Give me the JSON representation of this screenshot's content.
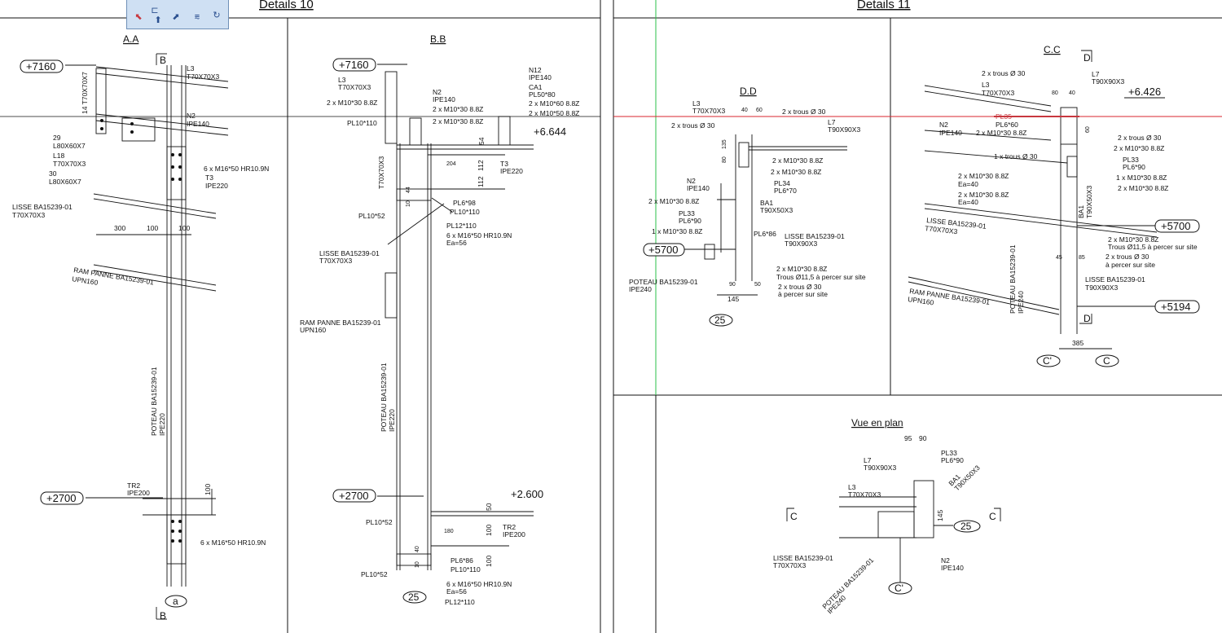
{
  "toolbar": {
    "icons": [
      "red-snap-icon",
      "align-icon",
      "up-arrow-icon",
      "diagonal-arrow-icon",
      "text-style-icon",
      "rotate-icon"
    ],
    "glyphs": [
      "⬉",
      "⊏",
      "⬆",
      "⬈",
      "⩳",
      "↻"
    ],
    "accent": "#c8383f"
  },
  "titles": {
    "details10": "Details 10",
    "details11": "Details 11"
  },
  "sections": {
    "aa": "A.A",
    "bb": "B.B",
    "cc": "C.C",
    "dd": "D.D",
    "plan": "Vue en plan"
  },
  "levels": {
    "l7160a": "+7160",
    "l2700a": "+2700",
    "l7160b": "+7160",
    "l2700b": "+2700",
    "l6644": "+6.644",
    "l2600": "+2.600",
    "l5700d": "+5700",
    "l6426": "+6.426",
    "l5700c": "+5700",
    "l5194": "+5194"
  },
  "bubbles": {
    "a": "a",
    "b25": "25",
    "d25": "25",
    "cp": "C'",
    "c": "C",
    "plan25": "25",
    "plancp": "C'"
  },
  "marks": {
    "b": "B",
    "d": "D",
    "c": "C"
  },
  "labels": {
    "aa_l3": "L3",
    "aa_l3p": "T70X70X3",
    "aa_side": "14 T70X70X7",
    "aa_n2": "N2",
    "aa_n2p": "IPE140",
    "aa_29": "29",
    "aa_29p": "L80X60X7",
    "aa_l18": "L18",
    "aa_l18p": "T70X70X3",
    "aa_30": "30",
    "aa_30p": "L80X60X7",
    "aa_bolt1": "6 x M16*50  HR10.9N",
    "aa_t3": "T3",
    "aa_t3p": "IPE220",
    "aa_lisse": "LISSE BA15239-01",
    "aa_lissep": "T70X70X3",
    "aa_d300": "300",
    "aa_d100a": "100",
    "aa_d100b": "100",
    "aa_ram": "RAM  PANNE BA15239-01",
    "aa_ramp": "UPN160",
    "aa_poteau": "POTEAU BA15239-01",
    "aa_poteaup": "IPE220",
    "aa_tr2": "TR2",
    "aa_tr2p": "IPE200",
    "aa_d100c": "100",
    "aa_bolt2": "6 x M16*50  HR10.9N",
    "bb_l3": "L3",
    "bb_l3p": "T70X70X3",
    "bb_m1": "2 x M10*30  8.8Z",
    "bb_n2": "N2",
    "bb_n2p": "IPE140",
    "bb_m2": "2 x M10*30  8.8Z",
    "bb_m3": "2 x M10*30  8.8Z",
    "bb_n12": "N12",
    "bb_n12p": "IPE140",
    "bb_ca1": "CA1",
    "bb_ca1p": "PL50*80",
    "bb_m4": "2 x M10*60  8.8Z",
    "bb_m5": "2 x M10*50  8.8Z",
    "bb_pl10110a": "PL10*110",
    "bb_side": "T70X70X3",
    "bb_d54": "54",
    "bb_d204": "204",
    "bb_d112a": "112",
    "bb_d112b": "112",
    "bb_t3": "T3",
    "bb_t3p": "IPE220",
    "bb_d44": "44",
    "bb_d10": "10",
    "bb_pl698": "PL6*98",
    "bb_pl10110b": "PL10*110",
    "bb_pl12110": "PL12*110",
    "bb_bolt": "6 x M16*50  HR10.9N",
    "bb_ea": "Ea=56",
    "bb_pl1052a": "PL10*52",
    "bb_lisse": "LISSE BA15239-01",
    "bb_lissep": "T70X70X3",
    "bb_ram": "RAM  PANNE BA15239-01",
    "bb_ramp": "UPN160",
    "bb_poteau": "POTEAU BA15239-01",
    "bb_poteaup": "IPE220",
    "bb_d50": "50",
    "bb_pl1052b": "PL10*52",
    "bb_d180": "180",
    "bb_d100a": "100",
    "bb_tr2": "TR2",
    "bb_tr2p": "IPE200",
    "bb_d40": "40",
    "bb_d100b": "100",
    "bb_pl686": "PL6*86",
    "bb_pl10110c": "PL10*110",
    "bb_d10b": "10",
    "bb_pl1052c": "PL10*52",
    "bb_bolt2": "6 x M16*50  HR10.9N",
    "bb_ea2": "Ea=56",
    "bb_pl12110b": "PL12*110",
    "dd_l3": "L3",
    "dd_l3p": "T70X70X3",
    "dd_d40": "40",
    "dd_d60": "60",
    "dd_trous1": "2 x trous Ø  30",
    "dd_trous2": "2 x trous Ø  30",
    "dd_l7": "L7",
    "dd_l7p": "T90X90X3",
    "dd_d135": "135",
    "dd_d80": "80",
    "dd_m1": "2 x M10*30  8.8Z",
    "dd_m2": "2 x M10*30  8.8Z",
    "dd_pl34": "PL34",
    "dd_pl34p": "PL6*70",
    "dd_n2": "N2",
    "dd_n2p": "IPE140",
    "dd_m3": "2 x M10*30  8.8Z",
    "dd_ba1": "BA1",
    "dd_ba1p": "T90X50X3",
    "dd_pl33": "PL33",
    "dd_pl33p": "PL6*90",
    "dd_m4": "1 x M10*30  8.8Z",
    "dd_pl686": "PL6*86",
    "dd_lisse": "LISSE BA15239-01",
    "dd_lissep": "T90X90X3",
    "dd_m5": "2 x M10*30  8.8Z",
    "dd_trous3": "Trous Ø11,5 à percer sur site",
    "dd_poteau": "POTEAU BA15239-01",
    "dd_poteaup": "IPE240",
    "dd_d90": "90",
    "dd_d50": "50",
    "dd_trous4": "2 x trous Ø  30",
    "dd_trous4b": "à percer sur site",
    "dd_d145": "145",
    "cc_trous1": "2 x trous Ø  30",
    "cc_l3": "L3",
    "cc_l3p": "T70X70X3",
    "cc_d80": "80",
    "cc_d40": "40",
    "cc_l7": "L7",
    "cc_l7p": "T90X90X3",
    "cc_pl35": "PL35",
    "cc_pl35p": "PL6*60",
    "cc_n2": "N2",
    "cc_n2p": "IPE140",
    "cc_m1": "2 x M10*30  8.8Z",
    "cc_d60": "60",
    "cc_trous2": "2 x trous Ø  30",
    "cc_m2": "2 x M10*30  8.8Z",
    "cc_trous3": "1 x trous Ø  30",
    "cc_pl33": "PL33",
    "cc_pl33p": "PL6*90",
    "cc_m3": "2 x M10*30  8.8Z",
    "cc_ea1": "Ea=40",
    "cc_m4": "1 x M10*30  8.8Z",
    "cc_m5": "2 x M10*30  8.8Z",
    "cc_m6": "2 x M10*30  8.8Z",
    "cc_ea2": "Ea=40",
    "cc_ba1": "BA1",
    "cc_ba1p": "T90X50X3",
    "cc_lisse": "LISSE BA15239-01",
    "cc_lissep": "T70X70X3",
    "cc_m7": "2 x M10*30  8.8Z",
    "cc_trous4": "Trous Ø11,5 à percer sur site",
    "cc_d45": "45",
    "cc_d85": "85",
    "cc_trous5": "2 x trous Ø  30",
    "cc_trous5b": "à percer sur site",
    "cc_lisse2": "LISSE BA15239-01",
    "cc_lisse2p": "T90X90X3",
    "cc_ram": "RAM  PANNE BA15239-01",
    "cc_ramp": "UPN160",
    "cc_poteau": "POTEAU BA15239-01",
    "cc_poteaup": "IPE240",
    "cc_d385": "385",
    "pl_d95": "95",
    "pl_d90": "90",
    "pl_l7": "L7",
    "pl_l7p": "T90X90X3",
    "pl_pl33": "PL33",
    "pl_pl33p": "PL6*90",
    "pl_l3": "L3",
    "pl_l3p": "T70X70X3",
    "pl_ba1": "BA1",
    "pl_ba1p": "T90X50X3",
    "pl_d145": "145",
    "pl_lisse": "LISSE BA15239-01",
    "pl_lissep": "T70X70X3",
    "pl_n2": "N2",
    "pl_n2p": "IPE140",
    "pl_poteau": "POTEAU BA15239-01",
    "pl_poteaup": "IPE240"
  }
}
